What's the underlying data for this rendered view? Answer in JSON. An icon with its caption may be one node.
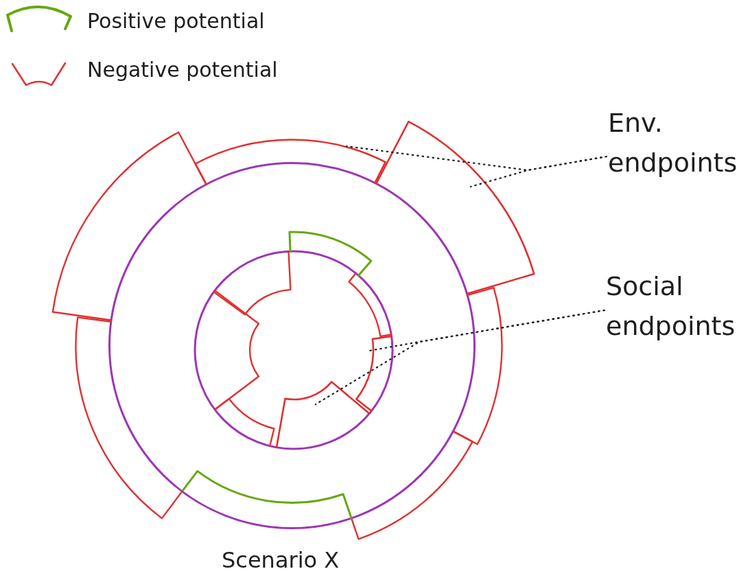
{
  "diagram": {
    "caption": "Scenario X",
    "nodes": [
      {
        "text": [
          "Env. endpoints"
        ]
      },
      {
        "text": [
          "Social endpoints"
        ]
      },
      {
        "text": [],
        "shape": "arc"
      },
      {
        "text": [],
        "shape": "arc"
      },
      {
        "text": [],
        "shape": "arc"
      },
      {
        "text": [],
        "shape": "arc"
      }
    ],
    "edges": [
      {
        "from": 0,
        "to": 2,
        "arrow": "none",
        "style": "dashed"
      },
      {
        "from": 0,
        "to": 3,
        "arrow": "none",
        "style": "dashed"
      },
      {
        "from": 1,
        "to": 4,
        "arrow": "none",
        "style": "dashed"
      },
      {
        "from": 1,
        "to": 5,
        "arrow": "none",
        "style": "dashed"
      }
    ],
    "legend": [
      {
        "text": "Positive potential",
        "color": "#66a80f"
      },
      {
        "text": "Negative potential",
        "color": "#e03131"
      }
    ]
  }
}
